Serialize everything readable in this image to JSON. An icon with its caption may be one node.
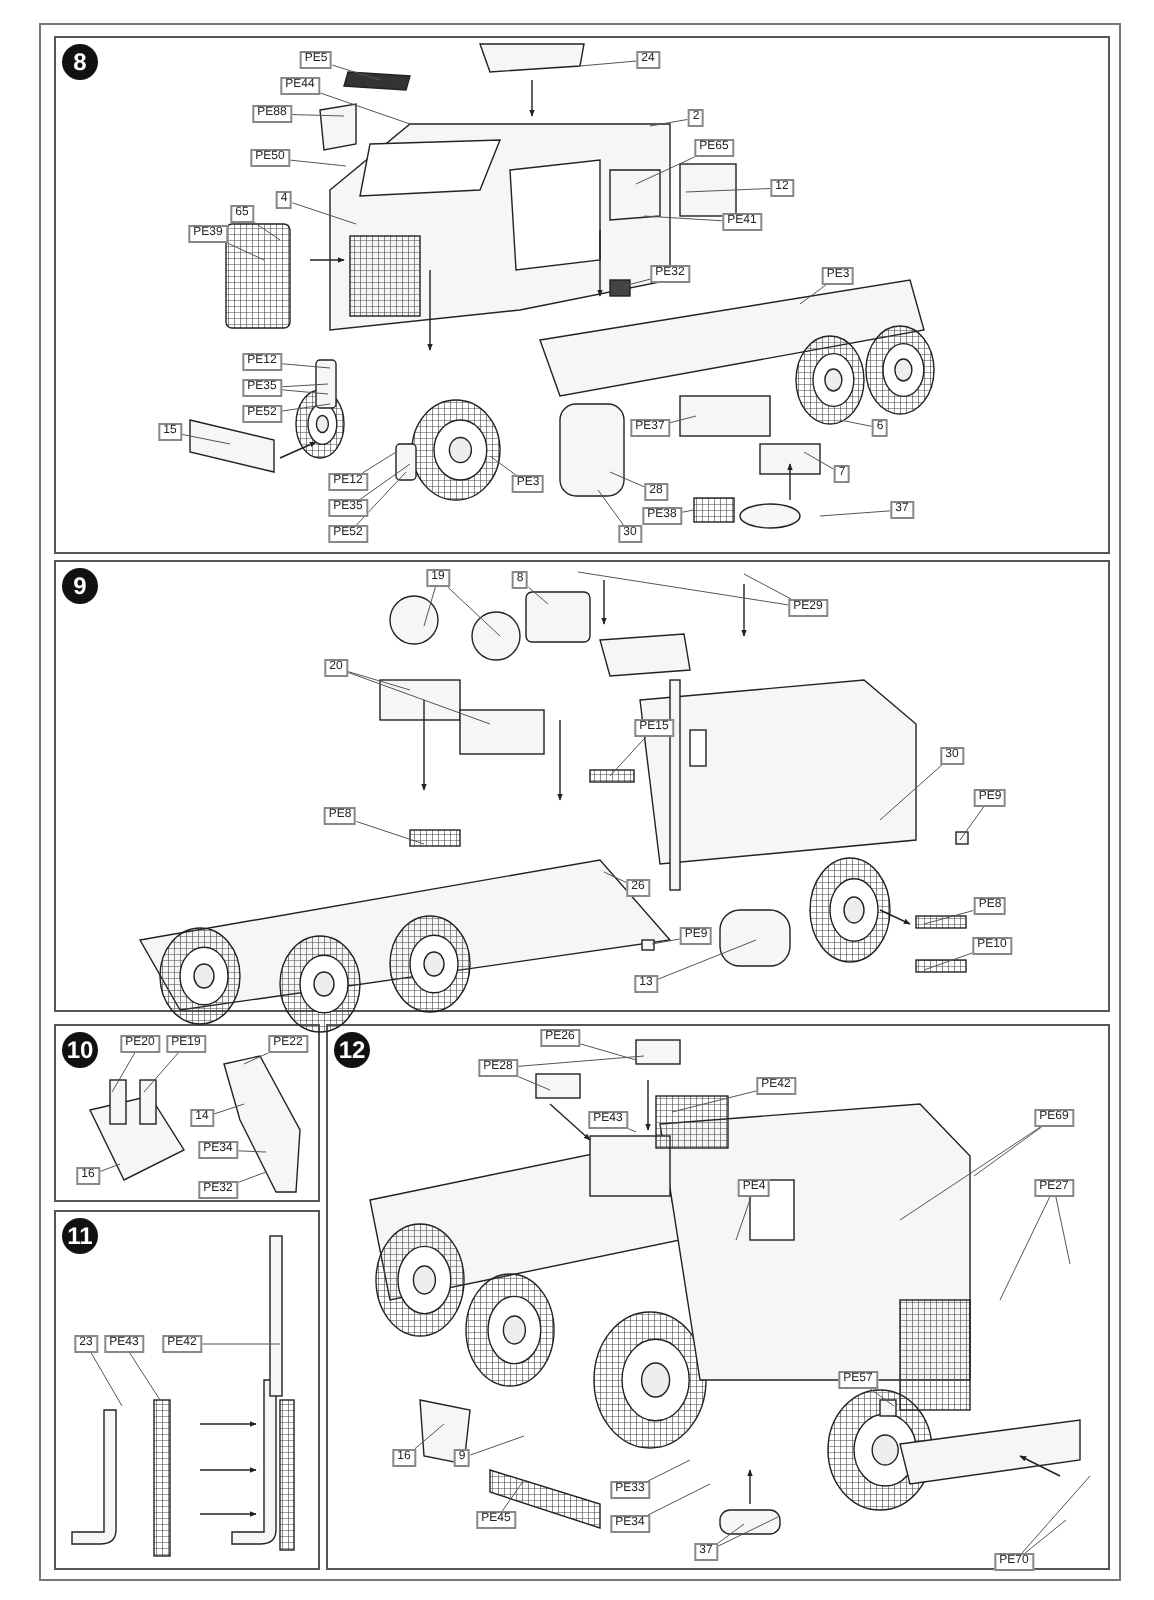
{
  "diagram": {
    "nodes": [
      {
        "text": [
          "8"
        ]
      },
      {
        "text": [
          "PE5"
        ],
        "in": 0
      },
      {
        "text": [
          "24"
        ],
        "in": 0
      },
      {
        "text": [
          "PE44"
        ],
        "in": 0
      },
      {
        "text": [
          "PE88"
        ],
        "in": 0
      },
      {
        "text": [
          "2"
        ],
        "in": 0
      },
      {
        "text": [
          "PE50"
        ],
        "in": 0
      },
      {
        "text": [
          "PE65"
        ],
        "in": 0
      },
      {
        "text": [
          "12"
        ],
        "in": 0
      },
      {
        "text": [
          "4"
        ],
        "in": 0
      },
      {
        "text": [
          "PE41"
        ],
        "in": 0
      },
      {
        "text": [
          "65"
        ],
        "in": 0
      },
      {
        "text": [
          "PE39"
        ],
        "in": 0
      },
      {
        "text": [
          "PE32"
        ],
        "in": 0
      },
      {
        "text": [
          "PE3"
        ],
        "in": 0
      },
      {
        "text": [
          "PE12"
        ],
        "in": 0
      },
      {
        "text": [
          "PE35"
        ],
        "in": 0
      },
      {
        "text": [
          "PE52"
        ],
        "in": 0
      },
      {
        "text": [
          "15"
        ],
        "in": 0
      },
      {
        "text": [
          "6"
        ],
        "in": 0
      },
      {
        "text": [
          "PE37"
        ],
        "in": 0
      },
      {
        "text": [
          "7"
        ],
        "in": 0
      },
      {
        "text": [
          "PE3"
        ],
        "in": 0
      },
      {
        "text": [
          "PE12"
        ],
        "in": 0
      },
      {
        "text": [
          "28"
        ],
        "in": 0
      },
      {
        "text": [
          "PE35"
        ],
        "in": 0
      },
      {
        "text": [
          "PE38"
        ],
        "in": 0
      },
      {
        "text": [
          "37"
        ],
        "in": 0
      },
      {
        "text": [
          "PE52"
        ],
        "in": 0
      },
      {
        "text": [
          "30"
        ],
        "in": 0
      },
      {
        "text": [
          "9"
        ]
      },
      {
        "text": [
          "19"
        ],
        "in": 30
      },
      {
        "text": [
          "8"
        ],
        "in": 30
      },
      {
        "text": [
          "PE29"
        ],
        "in": 30
      },
      {
        "text": [
          "20"
        ],
        "in": 30
      },
      {
        "text": [
          "PE15"
        ],
        "in": 30
      },
      {
        "text": [
          "30"
        ],
        "in": 30
      },
      {
        "text": [
          "PE9"
        ],
        "in": 30
      },
      {
        "text": [
          "PE8"
        ],
        "in": 30
      },
      {
        "text": [
          "26"
        ],
        "in": 30
      },
      {
        "text": [
          "PE8"
        ],
        "in": 30
      },
      {
        "text": [
          "PE9"
        ],
        "in": 30
      },
      {
        "text": [
          "PE10"
        ],
        "in": 30
      },
      {
        "text": [
          "13"
        ],
        "in": 30
      },
      {
        "text": [
          "10"
        ]
      },
      {
        "text": [
          "PE20"
        ],
        "in": 44
      },
      {
        "text": [
          "PE19"
        ],
        "in": 44
      },
      {
        "text": [
          "PE22"
        ],
        "in": 44
      },
      {
        "text": [
          "14"
        ],
        "in": 44
      },
      {
        "text": [
          "PE34"
        ],
        "in": 44
      },
      {
        "text": [
          "16"
        ],
        "in": 44
      },
      {
        "text": [
          "PE32"
        ],
        "in": 44
      },
      {
        "text": [
          "11"
        ]
      },
      {
        "text": [
          "23"
        ],
        "in": 52
      },
      {
        "text": [
          "PE43"
        ],
        "in": 52
      },
      {
        "text": [
          "PE42"
        ],
        "in": 52
      },
      {
        "text": [
          "12"
        ]
      },
      {
        "text": [
          "PE26"
        ],
        "in": 56
      },
      {
        "text": [
          "PE28"
        ],
        "in": 56
      },
      {
        "text": [
          "PE42"
        ],
        "in": 56
      },
      {
        "text": [
          "PE69"
        ],
        "in": 56
      },
      {
        "text": [
          "PE43"
        ],
        "in": 56
      },
      {
        "text": [
          "PE4"
        ],
        "in": 56
      },
      {
        "text": [
          "PE27"
        ],
        "in": 56
      },
      {
        "text": [
          "PE57"
        ],
        "in": 56
      },
      {
        "text": [
          "16"
        ],
        "in": 56
      },
      {
        "text": [
          "9"
        ],
        "in": 56
      },
      {
        "text": [
          "PE33"
        ],
        "in": 56
      },
      {
        "text": [
          "PE45"
        ],
        "in": 56
      },
      {
        "text": [
          "PE34"
        ],
        "in": 56
      },
      {
        "text": [
          "37"
        ],
        "in": 56
      },
      {
        "text": [
          "PE70"
        ],
        "in": 56
      }
    ],
    "edges": [
      {
        "from": 1,
        "to": null,
        "arrow": "none"
      },
      {
        "from": 2,
        "to": null,
        "arrow": "none"
      },
      {
        "from": 3,
        "to": null,
        "arrow": "none"
      },
      {
        "from": 4,
        "to": null,
        "arrow": "none"
      },
      {
        "from": 5,
        "to": null,
        "arrow": "none"
      },
      {
        "from": 6,
        "to": null,
        "arrow": "none"
      },
      {
        "from": 7,
        "to": null,
        "arrow": "none"
      },
      {
        "from": 8,
        "to": null,
        "arrow": "none"
      },
      {
        "from": 9,
        "to": null,
        "arrow": "none"
      },
      {
        "from": 10,
        "to": null,
        "arrow": "none"
      },
      {
        "from": 11,
        "to": null,
        "arrow": "none"
      },
      {
        "from": 12,
        "to": null,
        "arrow": "none"
      },
      {
        "from": 13,
        "to": null,
        "arrow": "none"
      },
      {
        "from": 14,
        "to": null,
        "arrow": "none"
      },
      {
        "from": 15,
        "to": null,
        "arrow": "none"
      },
      {
        "from": 16,
        "to": null,
        "arrow": "none"
      },
      {
        "from": 16,
        "to": null,
        "arrow": "none"
      },
      {
        "from": 17,
        "to": null,
        "arrow": "none"
      },
      {
        "from": 18,
        "to": null,
        "arrow": "none"
      },
      {
        "from": 19,
        "to": null,
        "arrow": "none"
      },
      {
        "from": 20,
        "to": null,
        "arrow": "none"
      },
      {
        "from": 21,
        "to": null,
        "arrow": "none"
      },
      {
        "from": 22,
        "to": null,
        "arrow": "none"
      },
      {
        "from": 23,
        "to": null,
        "arrow": "none"
      },
      {
        "from": 24,
        "to": null,
        "arrow": "none"
      },
      {
        "from": 25,
        "to": null,
        "arrow": "none"
      },
      {
        "from": 26,
        "to": null,
        "arrow": "none"
      },
      {
        "from": 27,
        "to": null,
        "arrow": "none"
      },
      {
        "from": 28,
        "to": null,
        "arrow": "none"
      },
      {
        "from": 29,
        "to": null,
        "arrow": "none"
      },
      {
        "from": 31,
        "to": null,
        "arrow": "none"
      },
      {
        "from": 31,
        "to": null,
        "arrow": "none"
      },
      {
        "from": 32,
        "to": null,
        "arrow": "none"
      },
      {
        "from": 33,
        "to": null,
        "arrow": "none"
      },
      {
        "from": 33,
        "to": null,
        "arrow": "none"
      },
      {
        "from": 34,
        "to": null,
        "arrow": "none"
      },
      {
        "from": 34,
        "to": null,
        "arrow": "none"
      },
      {
        "from": 35,
        "to": null,
        "arrow": "none"
      },
      {
        "from": 36,
        "to": null,
        "arrow": "none"
      },
      {
        "from": 37,
        "to": null,
        "arrow": "none"
      },
      {
        "from": 38,
        "to": null,
        "arrow": "none"
      },
      {
        "from": 39,
        "to": null,
        "arrow": "none"
      },
      {
        "from": 40,
        "to": null,
        "arrow": "none"
      },
      {
        "from": 41,
        "to": null,
        "arrow": "none"
      },
      {
        "from": 42,
        "to": null,
        "arrow": "none"
      },
      {
        "from": 43,
        "to": null,
        "arrow": "none"
      },
      {
        "from": 45,
        "to": null,
        "arrow": "none"
      },
      {
        "from": 46,
        "to": null,
        "arrow": "none"
      },
      {
        "from": 47,
        "to": null,
        "arrow": "none"
      },
      {
        "from": 48,
        "to": null,
        "arrow": "none"
      },
      {
        "from": 49,
        "to": null,
        "arrow": "none"
      },
      {
        "from": 50,
        "to": null,
        "arrow": "none"
      },
      {
        "from": 51,
        "to": null,
        "arrow": "none"
      },
      {
        "from": 53,
        "to": null,
        "arrow": "none"
      },
      {
        "from": 54,
        "to": null,
        "arrow": "none"
      },
      {
        "from": 55,
        "to": null,
        "arrow": "none"
      },
      {
        "from": 57,
        "to": null,
        "arrow": "none"
      },
      {
        "from": 58,
        "to": null,
        "arrow": "none"
      },
      {
        "from": 58,
        "to": null,
        "arrow": "none"
      },
      {
        "from": 59,
        "to": null,
        "arrow": "none"
      },
      {
        "from": 60,
        "to": null,
        "arrow": "none"
      },
      {
        "from": 60,
        "to": null,
        "arrow": "none"
      },
      {
        "from": 61,
        "to": null,
        "arrow": "none"
      },
      {
        "from": 62,
        "to": null,
        "arrow": "none"
      },
      {
        "from": 63,
        "to": null,
        "arrow": "none"
      },
      {
        "from": 63,
        "to": null,
        "arrow": "none"
      },
      {
        "from": 64,
        "to": null,
        "arrow": "none"
      },
      {
        "from": 65,
        "to": null,
        "arrow": "none"
      },
      {
        "from": 66,
        "to": null,
        "arrow": "none"
      },
      {
        "from": 67,
        "to": null,
        "arrow": "none"
      },
      {
        "from": 68,
        "to": null,
        "arrow": "none"
      },
      {
        "from": 69,
        "to": null,
        "arrow": "none"
      },
      {
        "from": 70,
        "to": null,
        "arrow": "none"
      },
      {
        "from": 70,
        "to": null,
        "arrow": "none"
      },
      {
        "from": 71,
        "to": null,
        "arrow": "none"
      },
      {
        "from": 71,
        "to": null,
        "arrow": "none"
      }
    ]
  }
}
